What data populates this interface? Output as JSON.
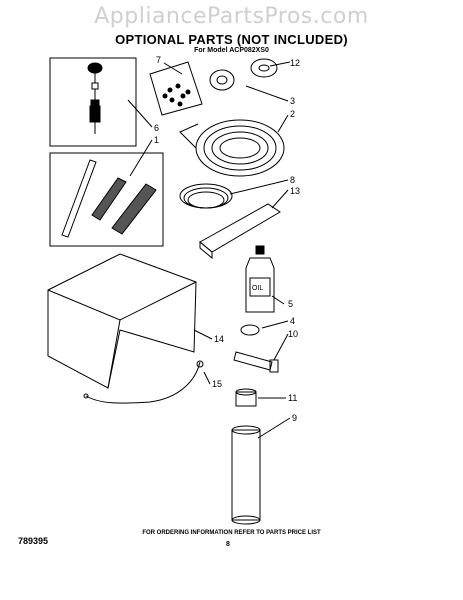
{
  "watermark": "AppliancePartsPros.com",
  "title": "OPTIONAL PARTS   (NOT INCLUDED)",
  "model_line": "For Model ACP082XS0",
  "footer_info": "FOR ORDERING INFORMATION REFER TO PARTS PRICE LIST",
  "doc_number": "789395",
  "page_number": "8",
  "part_numbers": [
    "7",
    "12",
    "3",
    "2",
    "6",
    "1",
    "8",
    "13",
    "5",
    "4",
    "10",
    "14",
    "15",
    "11",
    "9"
  ],
  "bottle_label": "OIL",
  "colors": {
    "line": "#000000",
    "watermark": "#cfcfcf"
  }
}
